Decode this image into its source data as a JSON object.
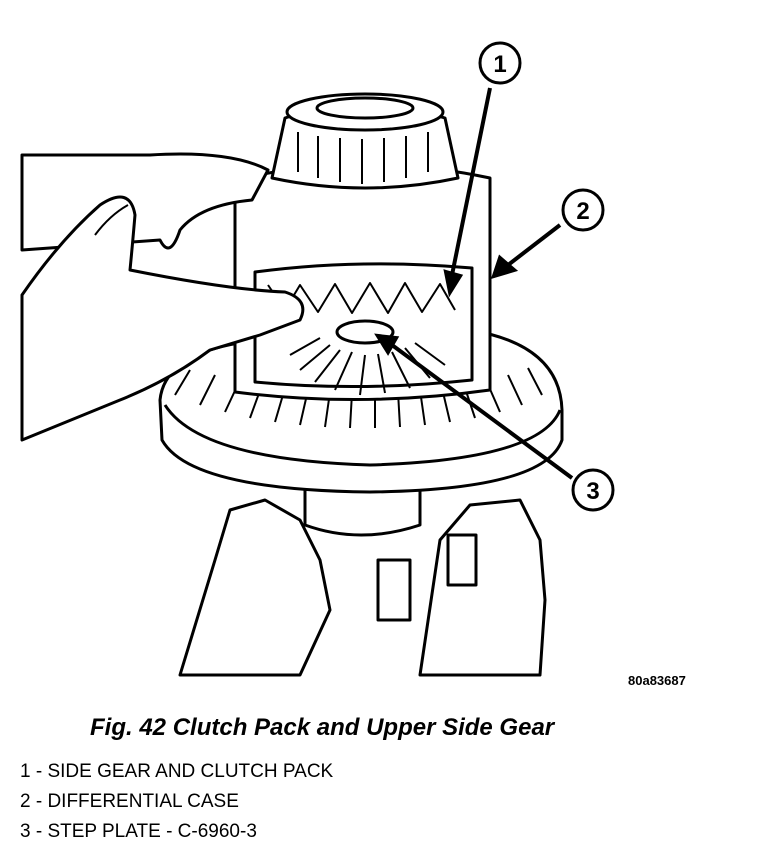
{
  "callouts": [
    {
      "number": "1"
    },
    {
      "number": "2"
    },
    {
      "number": "3"
    }
  ],
  "image_code": "80a83687",
  "caption": "Fig. 42 Clutch Pack and Upper Side Gear",
  "legend": [
    "1 - SIDE GEAR AND CLUTCH PACK",
    "2 - DIFFERENTIAL CASE",
    "3 - STEP PLATE - C-6960-3"
  ]
}
